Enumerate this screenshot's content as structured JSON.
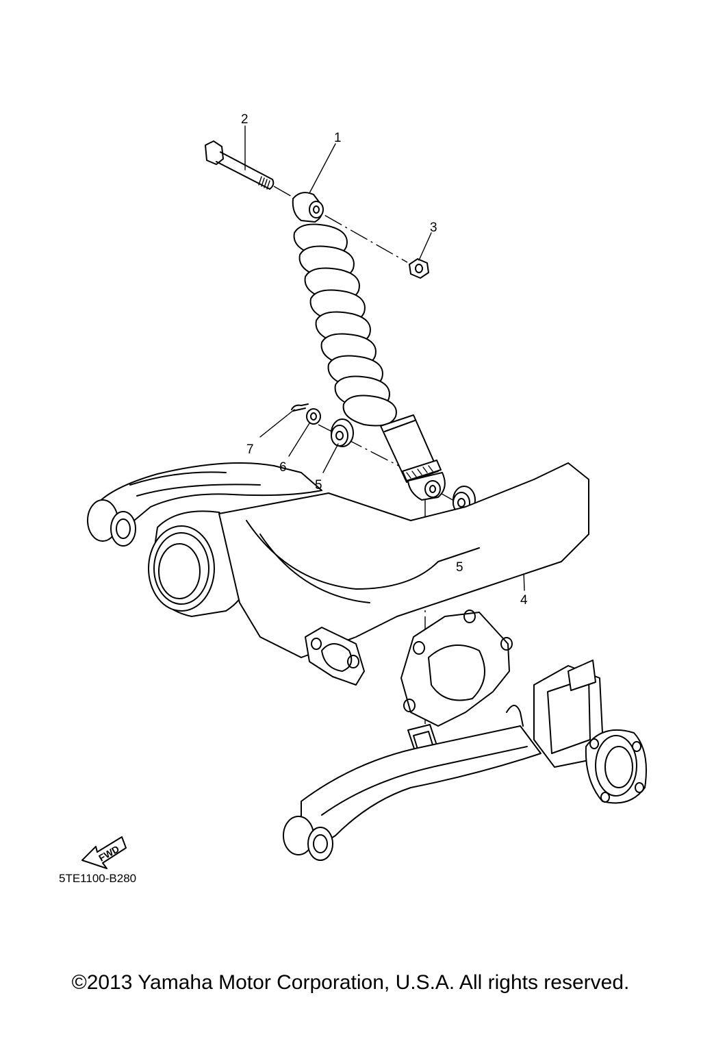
{
  "callouts": {
    "c1": "1",
    "c2": "2",
    "c3": "3",
    "c4": "4",
    "c5a": "5",
    "c5b": "5",
    "c6": "6",
    "c7": "7"
  },
  "fwd_label": "FWD",
  "reference_code": "5TE1100-B280",
  "copyright": "©2013 Yamaha Motor Corporation, U.S.A. All rights reserved."
}
